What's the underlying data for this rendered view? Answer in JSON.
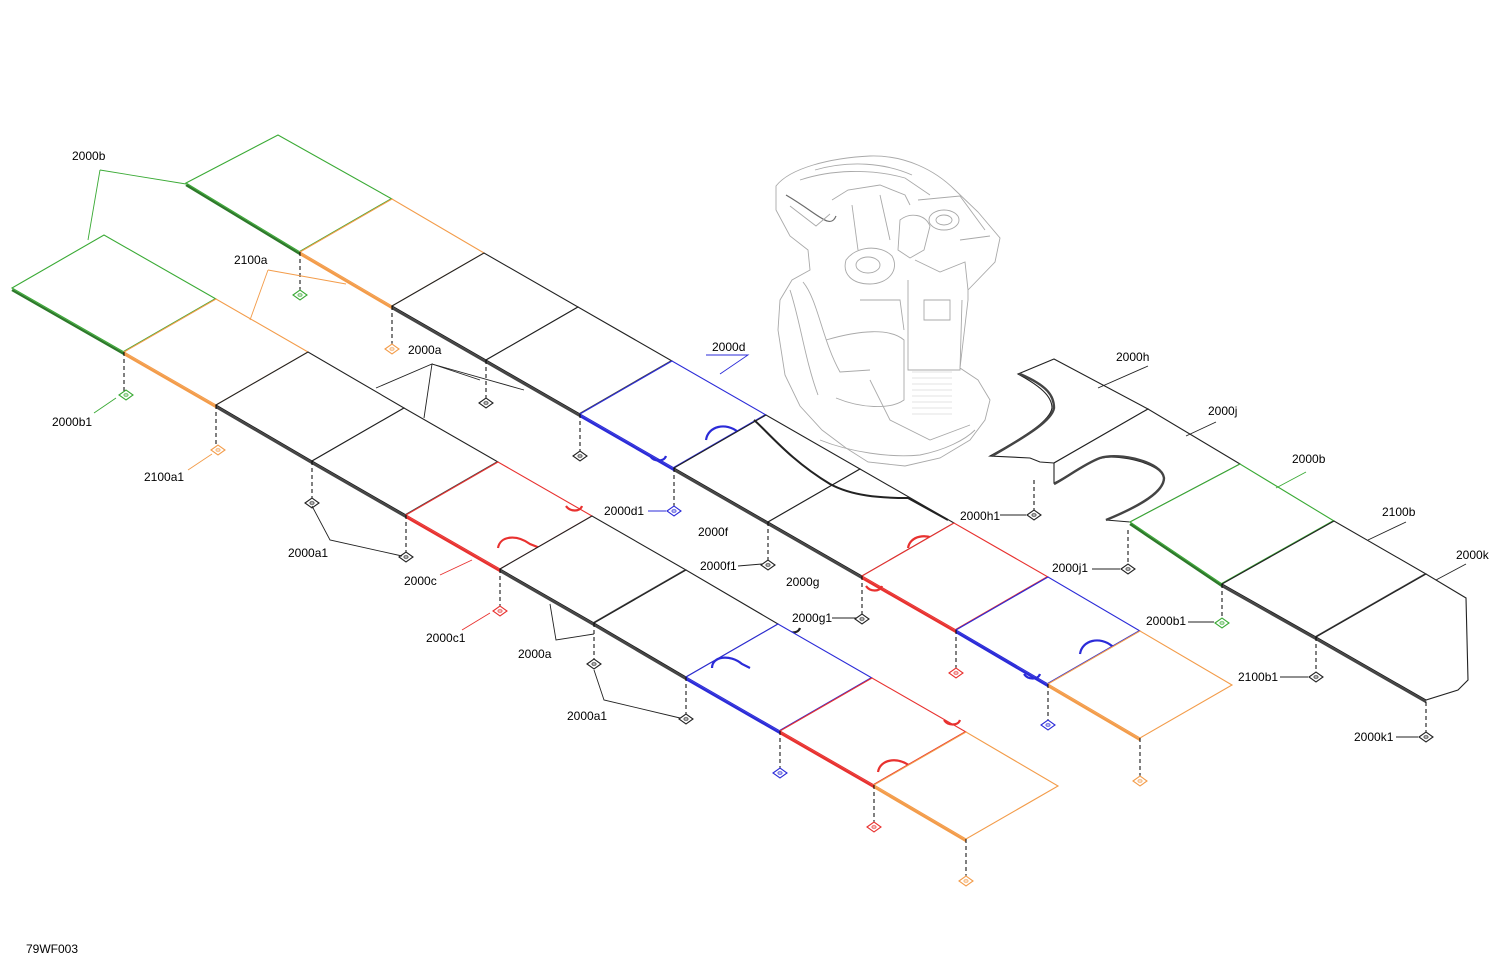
{
  "figure_code": "79WF003",
  "colors": {
    "green": "#3aaa35",
    "orange": "#f39c4a",
    "black": "#222222",
    "blue": "#2b2bd8",
    "red": "#e8312f"
  },
  "labels": {
    "l_2000b_top": "2000b",
    "l_2100a": "2100a",
    "l_2000b1": "2000b1",
    "l_2100a1": "2100a1",
    "l_2000a_top": "2000a",
    "l_2000a1_top": "2000a1",
    "l_2000c": "2000c",
    "l_2000c1": "2000c1",
    "l_2000a_bottom": "2000a",
    "l_2000a1_bottom": "2000a1",
    "l_2000d": "2000d",
    "l_2000d1": "2000d1",
    "l_2000f": "2000f",
    "l_2000f1": "2000f1",
    "l_2000g": "2000g",
    "l_2000g1": "2000g1",
    "l_2000h": "2000h",
    "l_2000h1": "2000h1",
    "l_2000j": "2000j",
    "l_2000j1": "2000j1",
    "l_2000b_right": "2000b",
    "l_2000b1_right": "2000b1",
    "l_2100b": "2100b",
    "l_2100b1": "2100b1",
    "l_2000k": "2000k",
    "l_2000k1": "2000k1"
  }
}
